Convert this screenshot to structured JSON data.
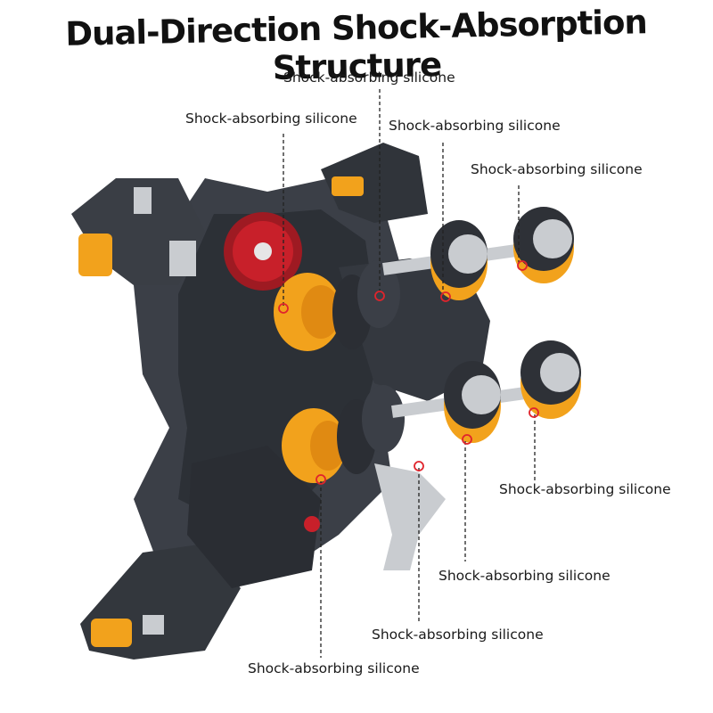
{
  "title": "Dual-Direction Shock-Absorption Structure",
  "labels": [
    "Shock-absorbing silicone",
    "Shock-absorbing silicone",
    "Shock-absorbing silicone",
    "Shock-absorbing silicone",
    "Shock-absorbing silicone",
    "Shock-absorbing silicone",
    "Shock-absorbing silicone",
    "Shock-absorbing silicone"
  ],
  "colors": {
    "body": "#3b3f47",
    "body_dark": "#23262c",
    "accent_orange": "#f2a21c",
    "accent_red": "#c8202a",
    "metal": "#c9ccd0",
    "marker": "#e0242c"
  }
}
